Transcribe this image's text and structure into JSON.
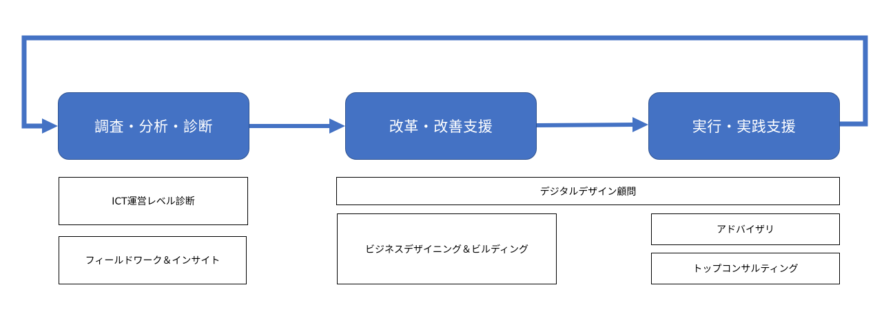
{
  "colors": {
    "stage_fill": "#4472c4",
    "stage_border": "#2f528f",
    "arrow": "#4472c4",
    "stage_text": "#ffffff",
    "box_border": "#000000"
  },
  "stages": [
    {
      "id": "survey",
      "label": "調査・分析・診断"
    },
    {
      "id": "reform",
      "label": "改革・改善支援"
    },
    {
      "id": "execute",
      "label": "実行・実践支援"
    }
  ],
  "services": {
    "ict_diagnosis": "ICT運営レベル診断",
    "fieldwork": "フィールドワーク＆インサイト",
    "digital_design": "デジタルデザイン顧問",
    "business_design": "ビジネスデザイニング＆ビルディング",
    "advisory": "アドバイザリ",
    "top_consulting": "トップコンサルティング"
  },
  "connectors": [
    {
      "from": "survey",
      "to": "reform"
    },
    {
      "from": "reform",
      "to": "execute"
    },
    {
      "from": "execute",
      "to": "survey",
      "kind": "feedback-loop"
    }
  ]
}
